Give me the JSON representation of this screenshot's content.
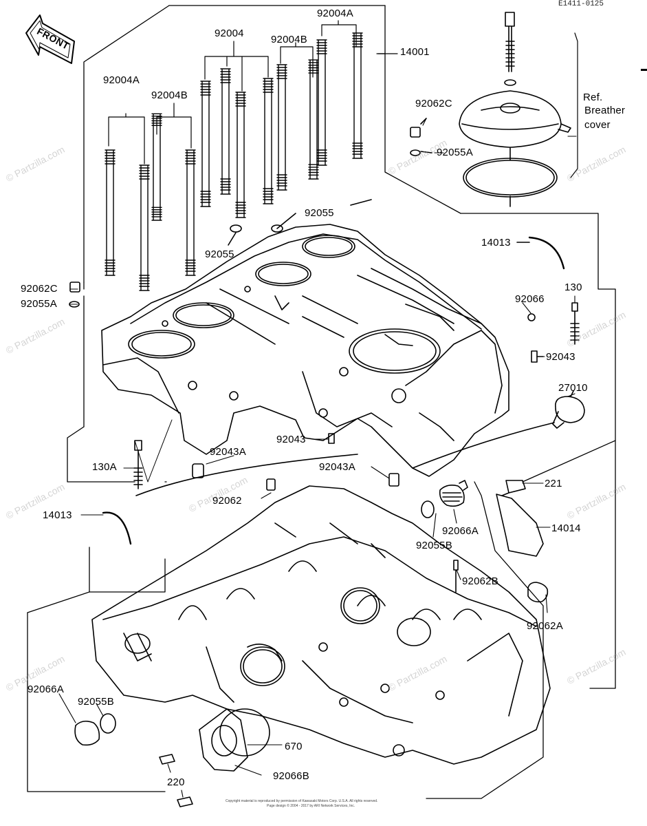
{
  "diagram_code": "E1411-0125",
  "front_label": "FRONT",
  "ref_breather": [
    "Ref.",
    "Breather",
    "cover"
  ],
  "parts": {
    "p14001": "14001",
    "p92004A_top": "92004A",
    "p92004": "92004",
    "p92004B_top": "92004B",
    "p92004A_left": "92004A",
    "p92004B_left": "92004B",
    "p92062C_top": "92062C",
    "p92055A_top": "92055A",
    "p92055_right": "92055",
    "p92055_left": "92055",
    "p14013_top": "14013",
    "p92062C_left": "92062C",
    "p92055A_left": "92055A",
    "p92066": "92066",
    "p130": "130",
    "p92043_right": "92043",
    "p27010": "27010",
    "p92043_mid": "92043",
    "p92043A_left": "92043A",
    "p130A": "130A",
    "p92043A_mid": "92043A",
    "p92062": "92062",
    "p221": "221",
    "p14013_left": "14013",
    "p14014": "14014",
    "p92066A_right": "92066A",
    "p92055B_right": "92055B",
    "p92062B": "92062B",
    "p92062A": "92062A",
    "p92066A_left": "92066A",
    "p92055B_left": "92055B",
    "p670": "670",
    "p92066B": "92066B",
    "p220": "220"
  },
  "watermark": "© Partzilla.com",
  "copyright_lines": [
    "Copyright material is reproduced by permission of Kawasaki Motors Corp. U.S.A.  All rights reserved.",
    "Page design © 2004 - 2017 by ARI Network Services, Inc."
  ]
}
